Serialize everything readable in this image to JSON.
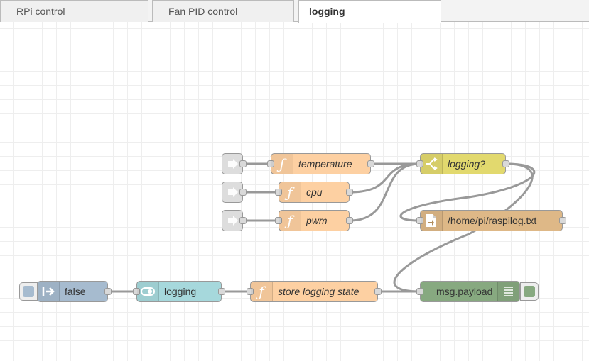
{
  "tabs": [
    {
      "label": "RPi control"
    },
    {
      "label": "Fan PID control"
    },
    {
      "label": "logging",
      "active": true
    }
  ],
  "nodes": {
    "link_in_1": {
      "label": ""
    },
    "link_in_2": {
      "label": ""
    },
    "link_in_3": {
      "label": ""
    },
    "temperature": {
      "label": "temperature"
    },
    "cpu": {
      "label": "cpu"
    },
    "pwm": {
      "label": "pwm"
    },
    "logging_switch": {
      "label": "logging?"
    },
    "file": {
      "label": "/home/pi/raspilog.txt"
    },
    "inject": {
      "label": "false"
    },
    "toggle": {
      "label": "logging"
    },
    "store": {
      "label": "store logging state"
    },
    "debug": {
      "label": "msg.payload"
    }
  },
  "colors": {
    "function": "#fdd0a2",
    "switch": "#e2d96e",
    "file": "#deb887",
    "inject": "#a6bbcf",
    "dashboard_switch": "#a6d8dc",
    "debug": "#87a980",
    "link": "#dddddd",
    "wire": "#999999"
  },
  "icons": {
    "function": "function-f-icon",
    "switch": "switch-icon",
    "file": "file-icon",
    "inject": "inject-arrow-icon",
    "toggle": "toggle-icon",
    "debug": "debug-list-icon",
    "link": "link-in-icon"
  }
}
